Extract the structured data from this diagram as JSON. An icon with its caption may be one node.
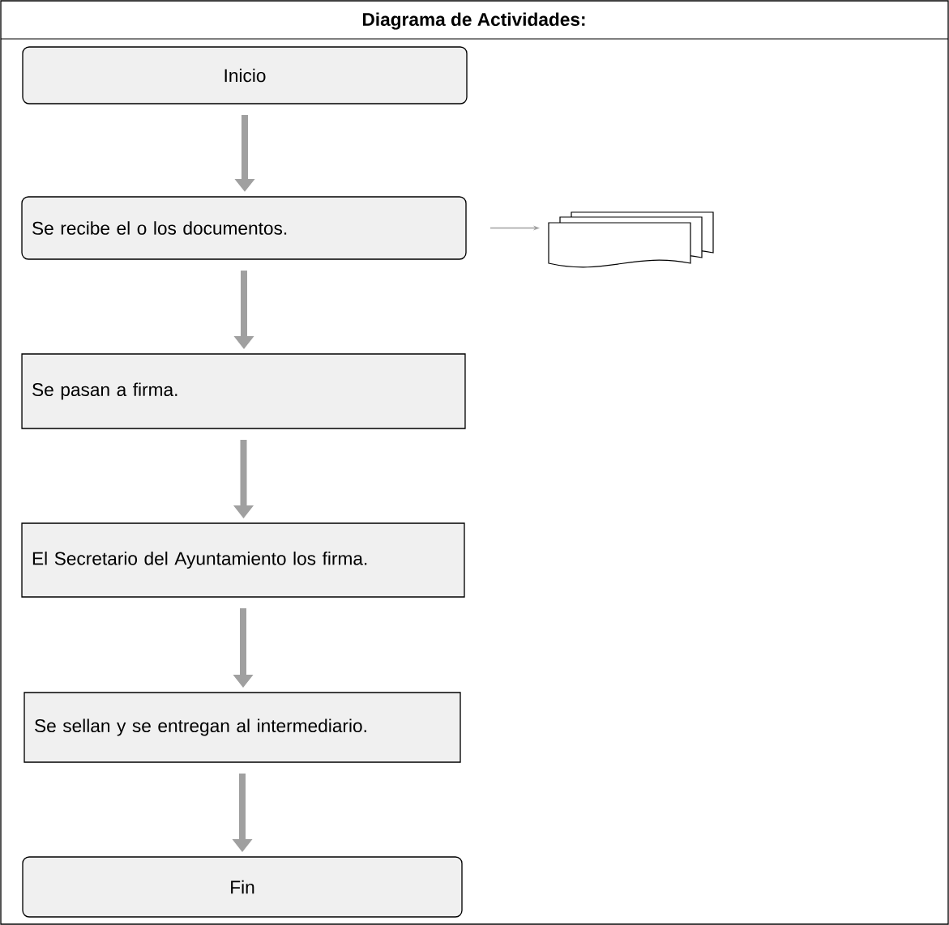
{
  "diagram": {
    "title": "Diagrama de Actividades:",
    "nodes": [
      {
        "text": [
          "Inicio"
        ]
      },
      {
        "text": [
          "Se recibe el o los documentos."
        ]
      },
      {
        "text": [],
        "shape": "document"
      },
      {
        "text": [
          "Se pasan a firma."
        ]
      },
      {
        "text": [
          "El Secretario del Ayuntamiento los firma."
        ]
      },
      {
        "text": [
          "Se sellan y se entregan al intermediario."
        ]
      },
      {
        "text": [
          "Fin"
        ]
      }
    ],
    "edges": [
      {
        "from": 0,
        "to": 1,
        "arrow": "to"
      },
      {
        "from": 1,
        "to": 2,
        "arrow": "to"
      },
      {
        "from": 1,
        "to": 3,
        "arrow": "to"
      },
      {
        "from": 3,
        "to": 4,
        "arrow": "to"
      },
      {
        "from": 4,
        "to": 5,
        "arrow": "to"
      },
      {
        "from": 5,
        "to": 6,
        "arrow": "to"
      }
    ]
  }
}
